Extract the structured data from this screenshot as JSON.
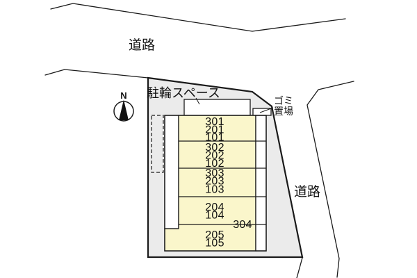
{
  "diagram": {
    "type": "site-plan",
    "labels": {
      "road_top": "道路",
      "road_right": "道路",
      "bike_space": "駐輪スペース",
      "garbage_l1": "ゴミ",
      "garbage_l2": "置場",
      "north": "N",
      "unit_304": "304"
    },
    "building": {
      "rows": [
        {
          "lines": [
            "301",
            "201",
            "101"
          ]
        },
        {
          "lines": [
            "302",
            "202",
            "102"
          ]
        },
        {
          "lines": [
            "303",
            "203",
            "103"
          ]
        },
        {
          "lines": [
            "204",
            "104"
          ]
        },
        {
          "lines": [
            "205",
            "105"
          ]
        }
      ]
    },
    "colors": {
      "site_fill": "#ebebeb",
      "building_fill": "#faf6cb",
      "line": "#1a1a1a",
      "white": "#ffffff"
    }
  }
}
